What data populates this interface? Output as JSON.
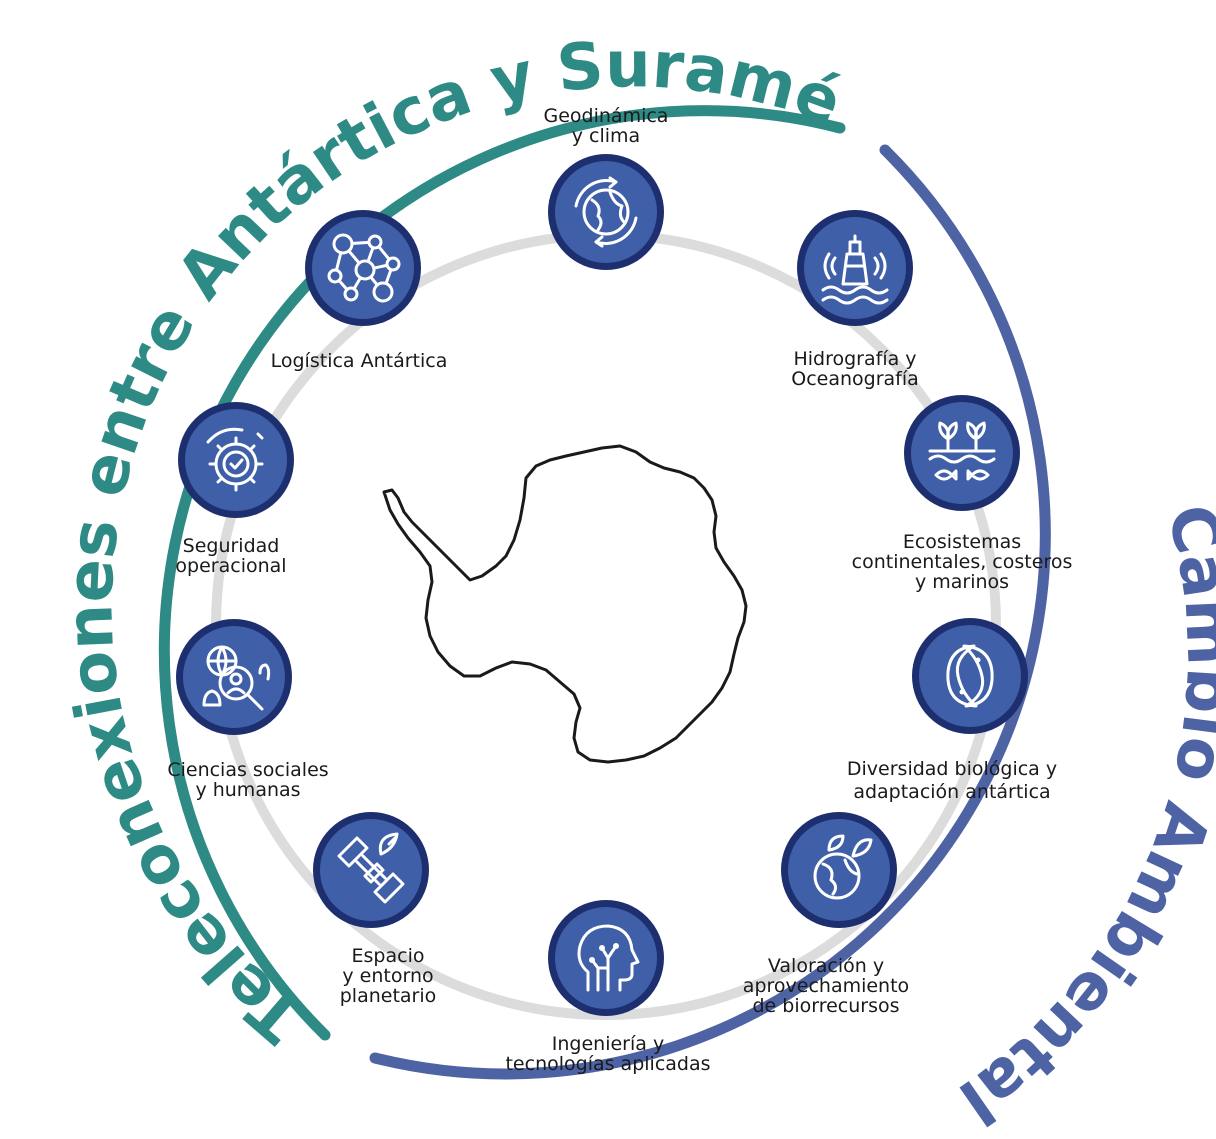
{
  "outer_ring": {
    "left_title": "Teleconexiones entre Antártica y Suramérica",
    "right_title": "Cambio Ambiental Global",
    "left_color": "#2e8a85",
    "right_color": "#4e63a3"
  },
  "center": {
    "map": "antarctica-outline"
  },
  "topics": [
    {
      "icon": "globe-cycle-icon",
      "lines": [
        "Geodinámica",
        "y clima"
      ]
    },
    {
      "icon": "buoy-icon",
      "lines": [
        "Hidrografía y",
        "Oceanografía"
      ]
    },
    {
      "icon": "ecosystem-icon",
      "lines": [
        "Ecosistemas",
        "continentales, costeros",
        "y marinos"
      ]
    },
    {
      "icon": "fish-icon",
      "lines": [
        "Diversidad biológica y",
        "adaptación antártica"
      ]
    },
    {
      "icon": "earth-leaf-icon",
      "lines": [
        "Valoración y",
        "aprovechamiento",
        "de biorrecursos"
      ]
    },
    {
      "icon": "ai-head-icon",
      "lines": [
        "Ingeniería y",
        "tecnologías aplicadas"
      ]
    },
    {
      "icon": "satellite-icon",
      "lines": [
        "Espacio",
        "y entorno",
        "planetario"
      ]
    },
    {
      "icon": "social-search-icon",
      "lines": [
        "Ciencias sociales",
        "y humanas"
      ]
    },
    {
      "icon": "gear-check-icon",
      "lines": [
        "Seguridad",
        "operacional"
      ]
    },
    {
      "icon": "network-icon",
      "lines": [
        "Logística Antártica"
      ]
    }
  ]
}
